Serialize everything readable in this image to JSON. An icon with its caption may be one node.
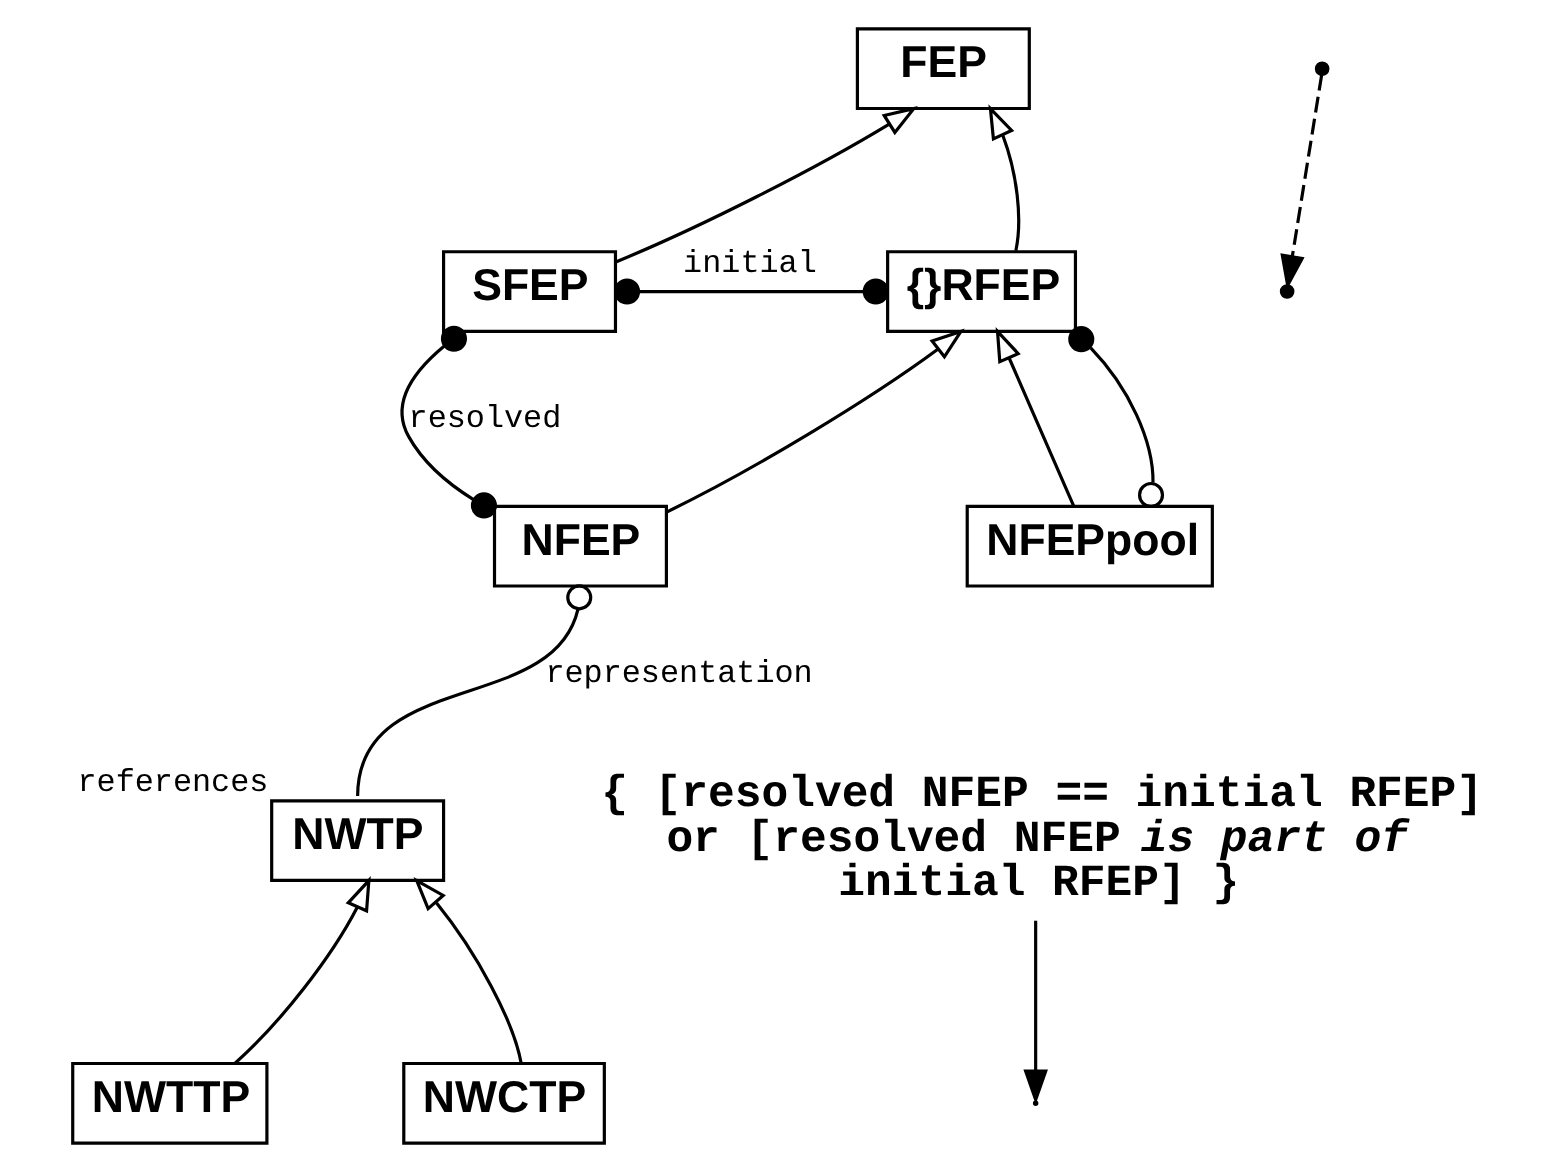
{
  "diagram": {
    "nodes": [
      {
        "text": [
          "FEP"
        ]
      },
      {
        "text": [
          "SFEP"
        ]
      },
      {
        "text": [
          "{}RFEP"
        ]
      },
      {
        "text": [
          "NFEP"
        ]
      },
      {
        "text": [
          "NFEPpool"
        ]
      },
      {
        "text": [
          "NWTP"
        ],
        "beside": [
          "references"
        ]
      },
      {
        "text": [
          "NWTTP"
        ]
      },
      {
        "text": [
          "NWCTP"
        ]
      },
      {
        "text": [
          "{ [resolved NFEP == initial RFEP] or [resolved NFEP *is part of* initial RFEP] }"
        ]
      },
      {
        "text": [],
        "shape": "point"
      },
      {
        "text": [],
        "shape": "point"
      }
    ],
    "edges": [
      {
        "from": 1,
        "to": 0,
        "arrow": "to"
      },
      {
        "from": 2,
        "to": 0,
        "arrow": "to"
      },
      {
        "from": 1,
        "to": 2,
        "arrow": "other",
        "label": "initial"
      },
      {
        "from": 1,
        "to": 3,
        "arrow": "other",
        "label": "resolved"
      },
      {
        "from": 3,
        "to": 2,
        "arrow": "to"
      },
      {
        "from": 4,
        "to": 2,
        "arrow": "to"
      },
      {
        "from": 2,
        "to": 4,
        "arrow": "other"
      },
      {
        "from": 3,
        "to": 5,
        "arrow": "other",
        "label": "representation"
      },
      {
        "from": 6,
        "to": 5,
        "arrow": "to"
      },
      {
        "from": 7,
        "to": 5,
        "arrow": "to"
      },
      {
        "from": 9,
        "to": 10,
        "arrow": "to",
        "style": "dashed"
      },
      {
        "from": 8,
        "to": null,
        "arrow": "to"
      }
    ]
  }
}
